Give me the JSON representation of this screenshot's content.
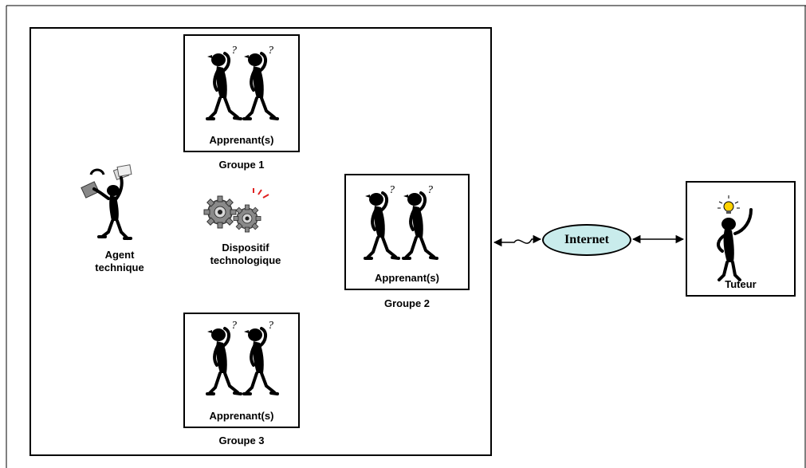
{
  "groups": [
    {
      "box_label": "Apprenant(s)",
      "caption": "Groupe 1"
    },
    {
      "box_label": "Apprenant(s)",
      "caption": "Groupe 2"
    },
    {
      "box_label": "Apprenant(s)",
      "caption": "Groupe 3"
    }
  ],
  "agent": {
    "line1": "Agent",
    "line2": "technique"
  },
  "dispositif": {
    "line1": "Dispositif",
    "line2": "technologique"
  },
  "internet": {
    "label": "Internet",
    "fill_color": "#c9ecec"
  },
  "tuteur": {
    "label": "Tuteur"
  },
  "icons": {
    "learner": "thinking-person-icon",
    "agent": "technician-person-icon",
    "dispositif": "gears-icon",
    "tuteur": "idea-person-icon"
  }
}
